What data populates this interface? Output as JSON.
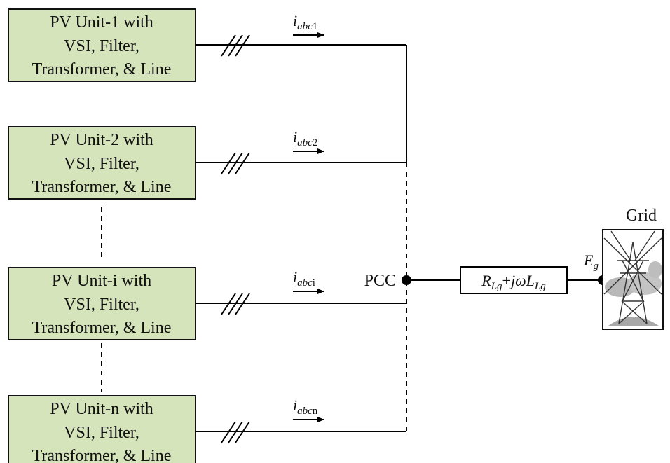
{
  "units": [
    {
      "lines": [
        "PV Unit-1 with",
        "VSI, Filter,",
        "Transformer, & Line"
      ],
      "current_main": "i",
      "current_sub": "abc",
      "current_idx": "1"
    },
    {
      "lines": [
        "PV Unit-2 with",
        "VSI, Filter,",
        "Transformer, & Line"
      ],
      "current_main": "i",
      "current_sub": "abc",
      "current_idx": "2"
    },
    {
      "lines": [
        "PV Unit-i with",
        "VSI, Filter,",
        "Transformer, & Line"
      ],
      "current_main": "i",
      "current_sub": "abc",
      "current_idx": "i"
    },
    {
      "lines": [
        "PV Unit-n with",
        "VSI, Filter,",
        "Transformer, & Line"
      ],
      "current_main": "i",
      "current_sub": "abc",
      "current_idx": "n"
    }
  ],
  "pcc_label": "PCC",
  "impedance": {
    "r": "R",
    "r_sub": "Lg",
    "plus": "+",
    "j": "j",
    "omega": "ω",
    "l": "L",
    "l_sub": "Lg"
  },
  "grid": {
    "label": "Grid",
    "voltage_main": "E",
    "voltage_sub": "g"
  }
}
